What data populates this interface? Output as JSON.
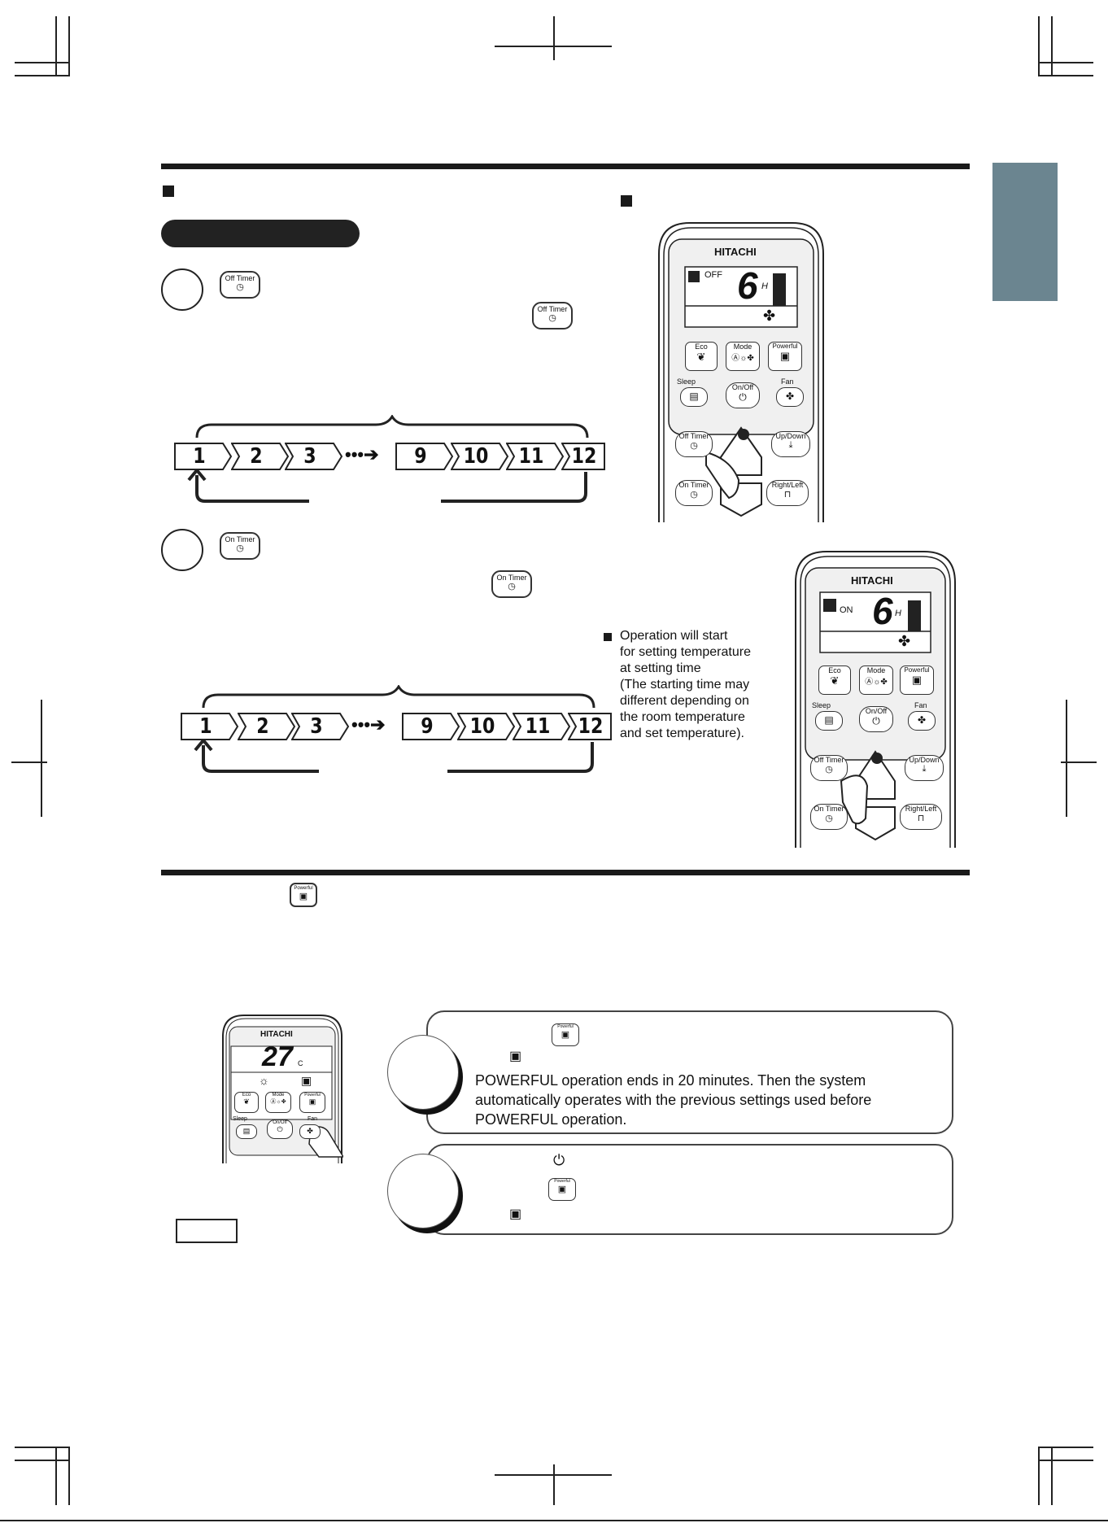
{
  "buttons": {
    "off_timer": "Off Timer",
    "on_timer": "On Timer",
    "powerful": "Powerful",
    "eco": "Eco",
    "mode": "Mode",
    "sleep": "Sleep",
    "on_off": "On/Off",
    "fan": "Fan",
    "up_down": "Up/Down",
    "right_left": "Right/Left"
  },
  "brand": "HITACHI",
  "remote_off": {
    "mode_label": "OFF",
    "hours": "6",
    "unit": "H"
  },
  "remote_on": {
    "mode_label": "ON",
    "hours": "6",
    "unit": "H"
  },
  "remote_powerful": {
    "temp": "27",
    "unit": "C"
  },
  "timer_sequence": [
    "1",
    "2",
    "3",
    "9",
    "10",
    "11",
    "12"
  ],
  "operation_note": [
    "Operation will start",
    "for  setting  temperature",
    "at setting time",
    "(The starting time  may",
    " different depending on",
    " the room temperature",
    " and set temperature)."
  ],
  "powerful_info": {
    "line1": "POWERFUL operation ends in 20 minutes. Then the system",
    "line2": "automatically operates with the previous settings used before",
    "line3": "POWERFUL operation."
  }
}
